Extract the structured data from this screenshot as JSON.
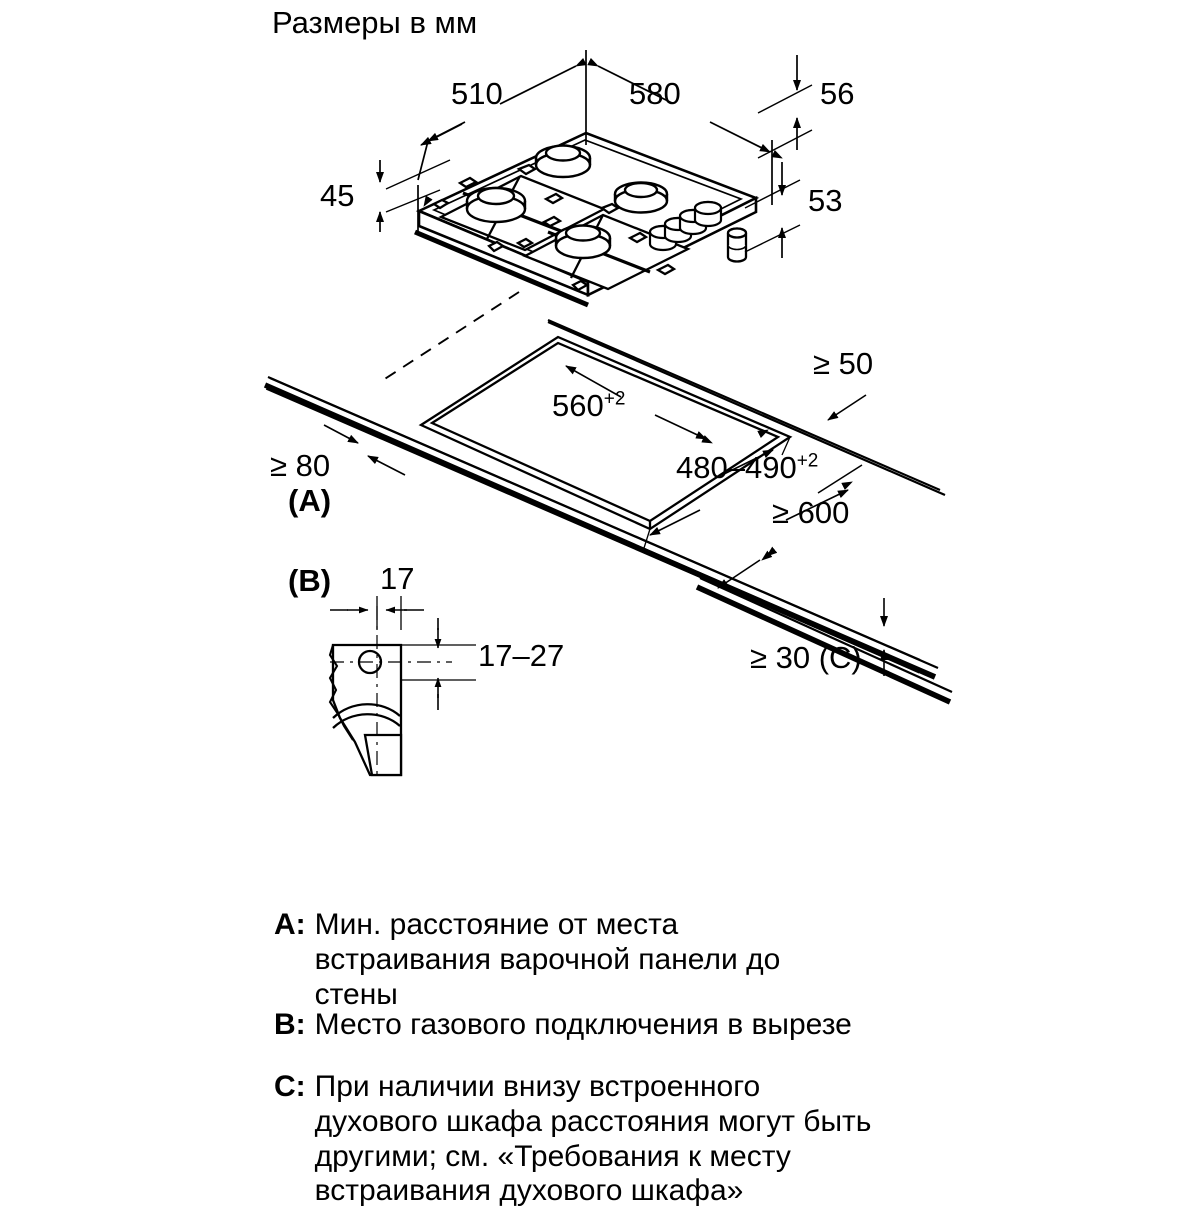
{
  "title": "Размеры в мм",
  "dimensions": {
    "appliance_width": "510",
    "appliance_depth": "580",
    "front_height": "56",
    "rear_height": "53",
    "grate_height": "45",
    "cutout_length": "560",
    "cutout_length_tol": "+2",
    "cutout_width": "480–490",
    "cutout_width_tol": "+2",
    "min_rear_clearance": "≥ 50",
    "min_side_clearance": "≥ 80",
    "min_side_clearance_ref": "(A)",
    "min_worktop_depth": "≥ 600",
    "min_front_clearance": "≥ 30 (C)",
    "bracket_width": "17",
    "bracket_hole_range": "17–27",
    "detail_b_ref": "(B)"
  },
  "legend": [
    {
      "key": "A:",
      "text": "Мин. расстояние от места встраивания варочной панели до стены"
    },
    {
      "key": "B:",
      "text": "Место газового подключения в вырезе"
    },
    {
      "key": "C:",
      "text": "При наличии внизу встроенного духового шкафа расстояния могут быть другими; см. «Требования к месту встраивания духового шкафа»"
    }
  ],
  "colors": {
    "line": "#000000",
    "background": "#ffffff"
  },
  "figure_parts": {
    "hob": "gas-hob-isometric",
    "worktop": "worktop-with-cutout",
    "bracket": "gas-connection-bracket-detail"
  }
}
